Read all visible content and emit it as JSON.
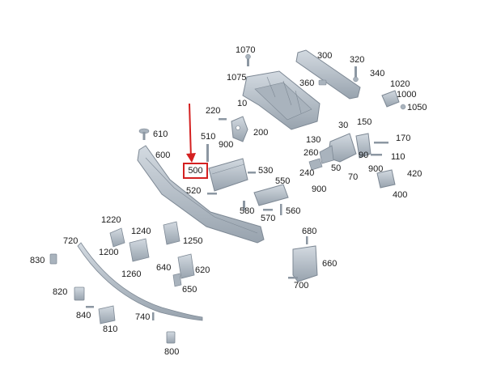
{
  "labels": {
    "p1070": "1070",
    "p1075": "1075",
    "p300": "300",
    "p320": "320",
    "p340": "340",
    "p360": "360",
    "p1020": "1020",
    "p1000": "1000",
    "p1050": "1050",
    "p10": "10",
    "p220": "220",
    "p200": "200",
    "p150": "150",
    "p30": "30",
    "p170": "170",
    "p130": "130",
    "p90": "90",
    "p110": "110",
    "p260": "260",
    "p510": "510",
    "p900a": "900",
    "p610": "610",
    "p600": "600",
    "p500": "500",
    "p530": "530",
    "p550": "550",
    "p520": "520",
    "p240": "240",
    "p50": "50",
    "p70": "70",
    "p900b": "900",
    "p900c": "900",
    "p420": "420",
    "p400": "400",
    "p580": "580",
    "p570": "570",
    "p560": "560",
    "p1220": "1220",
    "p1240": "1240",
    "p1250": "1250",
    "p720": "720",
    "p1200": "1200",
    "p830": "830",
    "p680": "680",
    "p640": "640",
    "p620": "620",
    "p1260": "1260",
    "p660": "660",
    "p650": "650",
    "p700": "700",
    "p820": "820",
    "p840": "840",
    "p740": "740",
    "p810": "810",
    "p800": "800"
  },
  "highlight": {
    "label": "500",
    "color": "#d42020"
  },
  "colors": {
    "part_fill": "#b8c2cc",
    "part_stroke": "#7d8894",
    "leader": "#8a8a8a"
  }
}
